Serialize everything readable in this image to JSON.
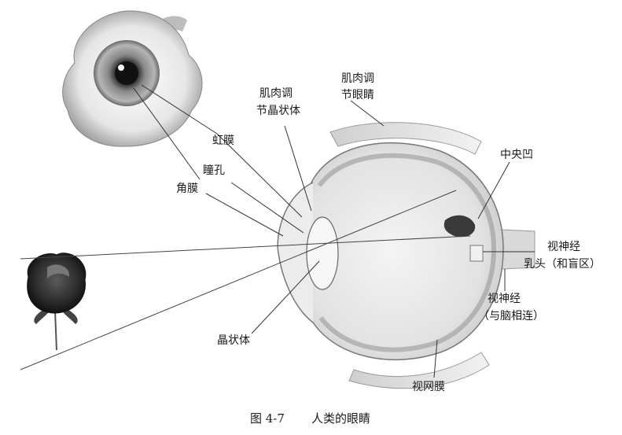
{
  "labels": {
    "iris": "虹膜",
    "pupil": "瞳孔",
    "cornea": "角膜",
    "ciliary_lens_1": "肌肉调",
    "ciliary_lens_2": "节晶状体",
    "ciliary_eye_1": "肌肉调",
    "ciliary_eye_2": "节眼睛",
    "fovea": "中央凹",
    "optic_disc_1": "视神经",
    "optic_disc_2": "乳头（和盲区）",
    "optic_nerve_1": "视神经",
    "optic_nerve_2": "（与脑相连）",
    "lens": "晶状体",
    "retina": "视网膜"
  },
  "caption": {
    "number": "图 4-7",
    "title": "人类的眼睛"
  }
}
